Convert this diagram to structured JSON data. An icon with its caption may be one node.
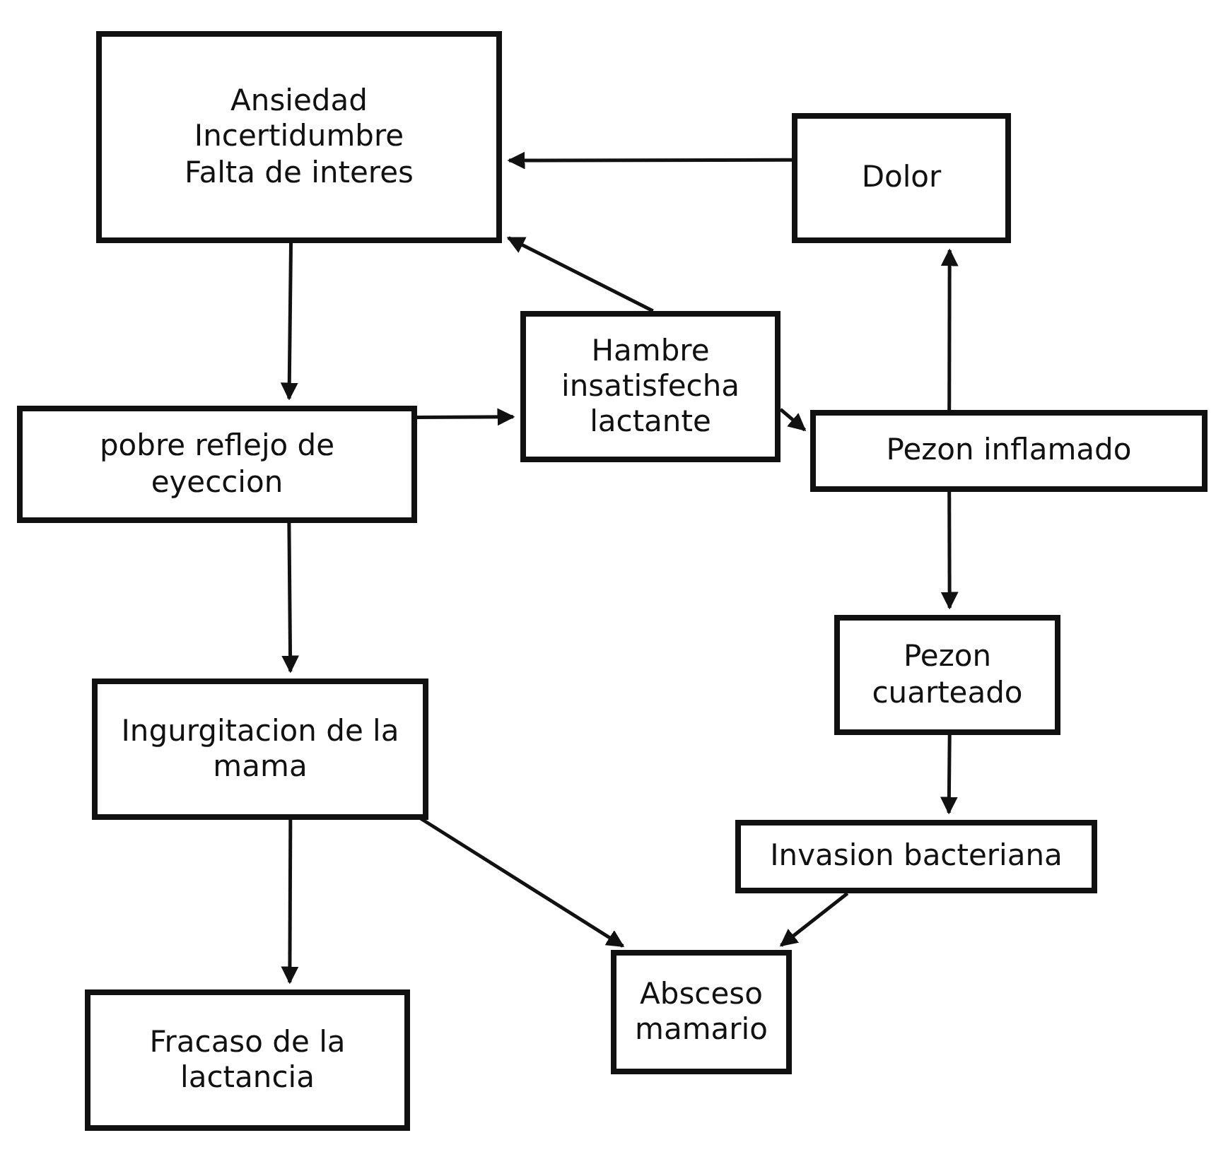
{
  "diagram": {
    "nodes": [
      {
        "text": [
          "Ansiedad",
          "Incertidumbre",
          "Falta de interes"
        ]
      },
      {
        "text": [
          "Dolor"
        ]
      },
      {
        "text": [
          "Hambre insatisfecha lactante"
        ]
      },
      {
        "text": [
          "pobre reflejo de eyeccion"
        ]
      },
      {
        "text": [
          "Pezon inflamado"
        ]
      },
      {
        "text": [
          "Pezon cuarteado"
        ]
      },
      {
        "text": [
          "Ingurgitacion de la mama"
        ]
      },
      {
        "text": [
          "Invasion bacteriana"
        ]
      },
      {
        "text": [
          "Absceso mamario"
        ]
      },
      {
        "text": [
          "Fracaso de la lactancia"
        ]
      }
    ],
    "edges": [
      {
        "from": 1,
        "to": 0,
        "arrow": "to"
      },
      {
        "from": 2,
        "to": 0,
        "arrow": "to"
      },
      {
        "from": 0,
        "to": 3,
        "arrow": "to"
      },
      {
        "from": 3,
        "to": 2,
        "arrow": "to"
      },
      {
        "from": 2,
        "to": 4,
        "arrow": "to"
      },
      {
        "from": 4,
        "to": 1,
        "arrow": "to"
      },
      {
        "from": 4,
        "to": 5,
        "arrow": "to"
      },
      {
        "from": 3,
        "to": 6,
        "arrow": "to"
      },
      {
        "from": 6,
        "to": 9,
        "arrow": "to"
      },
      {
        "from": 6,
        "to": 8,
        "arrow": "to"
      },
      {
        "from": 5,
        "to": 7,
        "arrow": "to"
      },
      {
        "from": 7,
        "to": 8,
        "arrow": "to"
      }
    ]
  }
}
